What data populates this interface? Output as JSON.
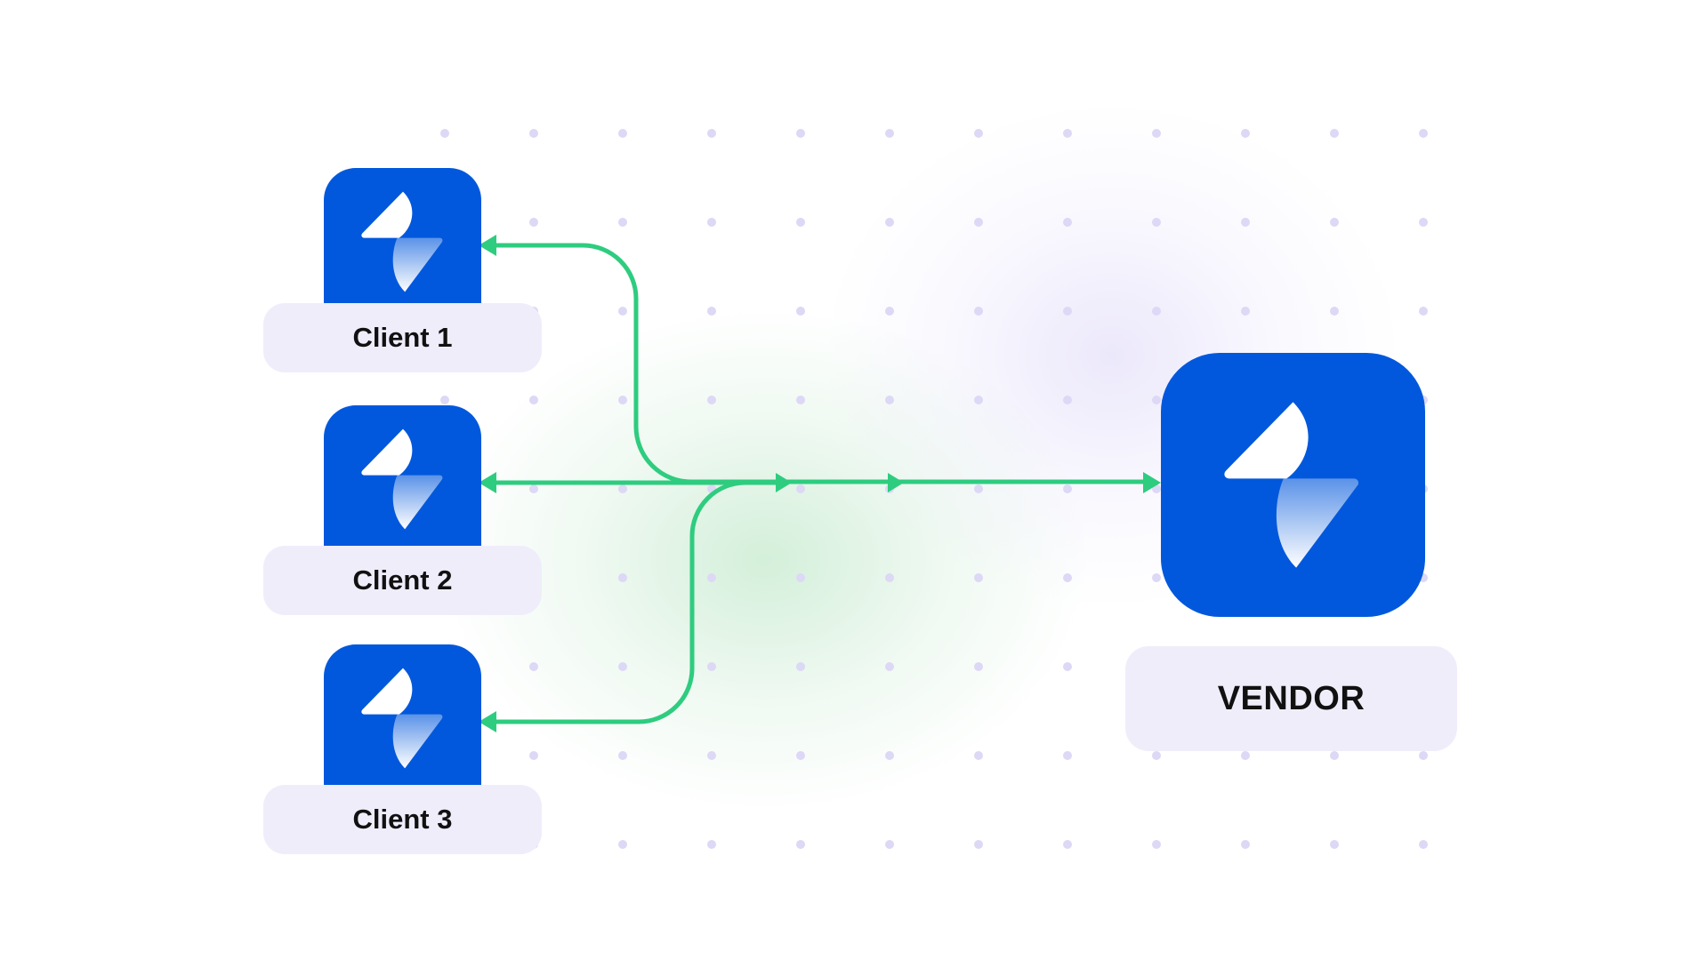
{
  "vendor": {
    "label": "VENDOR",
    "icon": "brand-logo-icon"
  },
  "clients": [
    {
      "label": "Client 1",
      "icon": "brand-logo-icon"
    },
    {
      "label": "Client 2",
      "icon": "brand-logo-icon"
    },
    {
      "label": "Client 3",
      "icon": "brand-logo-icon"
    }
  ],
  "colors": {
    "tile": "#0258dc",
    "label_bg": "#f0edfb",
    "connector": "#2ecc7f",
    "grid_dot": "#dcd8f5"
  }
}
